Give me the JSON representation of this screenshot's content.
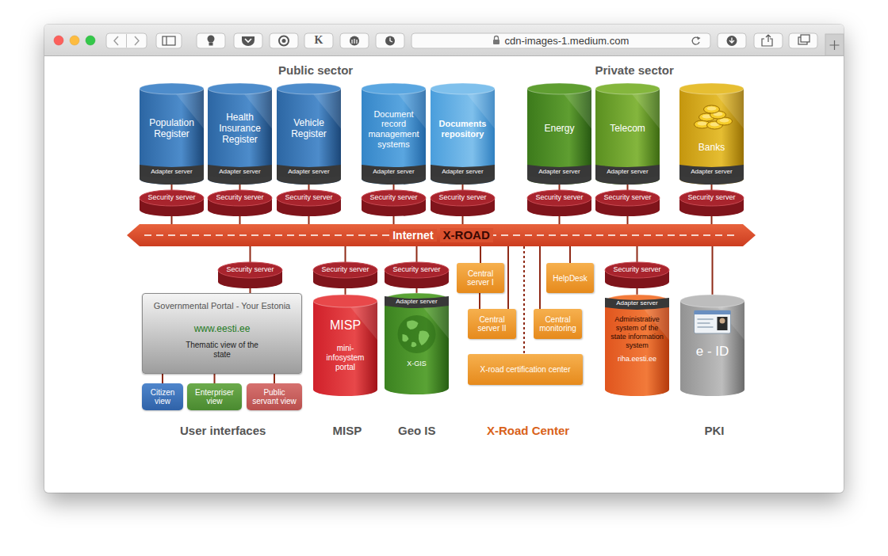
{
  "diagram": {
    "nodes": [
      {
        "text": [
          "Population Register"
        ]
      },
      {
        "text": [
          "Adapter server"
        ],
        "in": 0
      },
      {
        "text": [
          "Health Insurance Register"
        ]
      },
      {
        "text": [
          "Adapter server"
        ],
        "in": 2
      },
      {
        "text": [
          "Vehicle Register"
        ]
      },
      {
        "text": [
          "Adapter server"
        ],
        "in": 4
      },
      {
        "text": [
          "Document record management systems"
        ]
      },
      {
        "text": [
          "Adapter server"
        ],
        "in": 6
      },
      {
        "text": [
          "Documents repository"
        ]
      },
      {
        "text": [
          "Adapter server"
        ],
        "in": 8
      },
      {
        "text": [
          "Energy"
        ]
      },
      {
        "text": [
          "Adapter server"
        ],
        "in": 10
      },
      {
        "text": [
          "Telecom"
        ]
      },
      {
        "text": [
          "Adapter server"
        ],
        "in": 12
      },
      {
        "text": [
          "Banks"
        ]
      },
      {
        "text": [
          "Adapter server"
        ],
        "in": 14
      },
      {
        "text": [
          "Security server"
        ]
      },
      {
        "text": [
          "Security server"
        ]
      },
      {
        "text": [
          "Security server"
        ]
      },
      {
        "text": [
          "Security server"
        ]
      },
      {
        "text": [
          "Security server"
        ]
      },
      {
        "text": [
          "Security server"
        ]
      },
      {
        "text": [
          "Security server"
        ]
      },
      {
        "text": [
          "Security server"
        ]
      },
      {
        "text": [
          "Internet",
          "X-ROAD"
        ]
      },
      {
        "text": [
          "Security server"
        ]
      },
      {
        "text": [
          "Security server"
        ]
      },
      {
        "text": [
          "Security server"
        ]
      },
      {
        "text": [
          "Central server I"
        ]
      },
      {
        "text": [
          "HelpDesk"
        ]
      },
      {
        "text": [
          "Security server"
        ]
      },
      {
        "text": [
          "Governmental Portal - Your Estonia",
          "www.eesti.ee",
          "Thematic view of the state"
        ]
      },
      {
        "text": [
          "MISP",
          "mini- infosystem portal"
        ]
      },
      {
        "text": [
          "X-GIS"
        ]
      },
      {
        "text": [
          "Adapter server"
        ],
        "in": 33
      },
      {
        "text": [
          "Central server II"
        ]
      },
      {
        "text": [
          "Central monitoring"
        ]
      },
      {
        "text": [
          "Administrative system of the state information system",
          "riha.eesti.ee"
        ]
      },
      {
        "text": [
          "Adapter server"
        ],
        "in": 37
      },
      {
        "text": [
          "e - ID"
        ]
      },
      {
        "text": [
          "X-road certification center"
        ]
      },
      {
        "text": [
          "Citizen view"
        ]
      },
      {
        "text": [
          "Enterpriser view"
        ]
      },
      {
        "text": [
          "Public servant view"
        ]
      }
    ],
    "edges": [
      {
        "from": 0,
        "to": 16,
        "arrow": "none"
      },
      {
        "from": 2,
        "to": 17,
        "arrow": "none"
      },
      {
        "from": 4,
        "to": 18,
        "arrow": "none"
      },
      {
        "from": 6,
        "to": 19,
        "arrow": "none"
      },
      {
        "from": 8,
        "to": 20,
        "arrow": "none"
      },
      {
        "from": 10,
        "to": 21,
        "arrow": "none"
      },
      {
        "from": 12,
        "to": 22,
        "arrow": "none"
      },
      {
        "from": 14,
        "to": 23,
        "arrow": "none"
      },
      {
        "from": 16,
        "to": 24,
        "arrow": "none"
      },
      {
        "from": 17,
        "to": 24,
        "arrow": "none"
      },
      {
        "from": 18,
        "to": 24,
        "arrow": "none"
      },
      {
        "from": 19,
        "to": 24,
        "arrow": "none"
      },
      {
        "from": 20,
        "to": 24,
        "arrow": "none"
      },
      {
        "from": 21,
        "to": 24,
        "arrow": "none"
      },
      {
        "from": 22,
        "to": 24,
        "arrow": "none"
      },
      {
        "from": 23,
        "to": 24,
        "arrow": "none"
      },
      {
        "from": 24,
        "to": 25,
        "arrow": "none"
      },
      {
        "from": 25,
        "to": 31,
        "arrow": "none"
      },
      {
        "from": 24,
        "to": 26,
        "arrow": "none"
      },
      {
        "from": 26,
        "to": 32,
        "arrow": "none"
      },
      {
        "from": 24,
        "to": 27,
        "arrow": "none"
      },
      {
        "from": 27,
        "to": 33,
        "arrow": "none"
      },
      {
        "from": 24,
        "to": 28,
        "arrow": "none"
      },
      {
        "from": 28,
        "to": 35,
        "arrow": "none"
      },
      {
        "from": 24,
        "to": 35,
        "arrow": "none"
      },
      {
        "from": 24,
        "to": 36,
        "arrow": "none"
      },
      {
        "from": 24,
        "to": 29,
        "arrow": "none"
      },
      {
        "from": 24,
        "to": 40,
        "arrow": "none"
      },
      {
        "from": 24,
        "to": 30,
        "arrow": "none"
      },
      {
        "from": 30,
        "to": 37,
        "arrow": "none"
      },
      {
        "from": 24,
        "to": 39,
        "arrow": "none"
      },
      {
        "from": 31,
        "to": 41,
        "arrow": "none"
      },
      {
        "from": 31,
        "to": 42,
        "arrow": "none"
      },
      {
        "from": 31,
        "to": 43,
        "arrow": "none"
      }
    ],
    "labels": [
      "cdn-images-1.medium.com",
      "K",
      "Public sector",
      "Private sector",
      "User interfaces",
      "MISP",
      "Geo IS",
      "X-Road Center",
      "PKI"
    ]
  }
}
